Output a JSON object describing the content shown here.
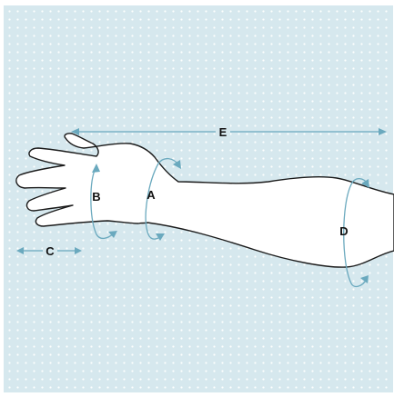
{
  "colors": {
    "panel_background": "#d6e8ee",
    "dots": "#ffffff",
    "outline": "#1a1a1a",
    "measure_lines": "#6aa9be",
    "label_text": "#111111"
  },
  "labels": {
    "a": "A",
    "b": "B",
    "c": "C",
    "d": "D",
    "e": "E"
  }
}
